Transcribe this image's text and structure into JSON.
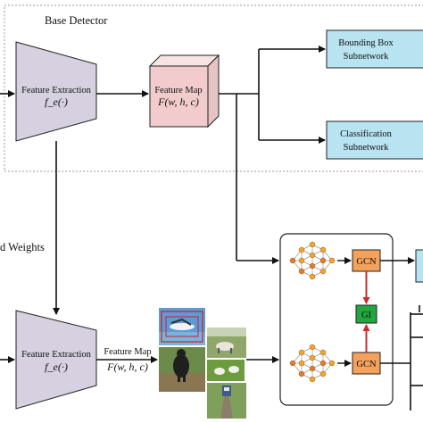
{
  "base_detector": {
    "title": "Base Detector"
  },
  "feature_extraction_top": {
    "label": "Feature Extraction",
    "formula": "f_e(·)"
  },
  "feature_map_top": {
    "label": "Feature Map",
    "formula": "F(w, h, c)"
  },
  "bbox_subnetwork": {
    "line1": "Bounding Box",
    "line2": "Subnetwork"
  },
  "class_subnetwork": {
    "line1": "Classification",
    "line2": "Subnetwork"
  },
  "shared_weights": {
    "label": "d Weights"
  },
  "feature_extraction_bottom": {
    "label": "Feature Extraction",
    "formula": "f_e(·)"
  },
  "feature_map_bottom": {
    "label": "Feature Map",
    "formula": "F(w, h, c)"
  },
  "gcn_top": {
    "label": "GCN"
  },
  "gcn_bottom": {
    "label": "GCN"
  },
  "gi": {
    "label": "GI"
  },
  "colors": {
    "trapezoid": "#d6d0e0",
    "cube_front": "#f2cccc",
    "subnet_box": "#b8e3f0",
    "gcn_box": "#f4a15c",
    "gi_box": "#22a640",
    "graph_arrow": "#cc2b2b",
    "graph_node": "#f2a42c",
    "graph_node_alt": "#e37b2e"
  }
}
